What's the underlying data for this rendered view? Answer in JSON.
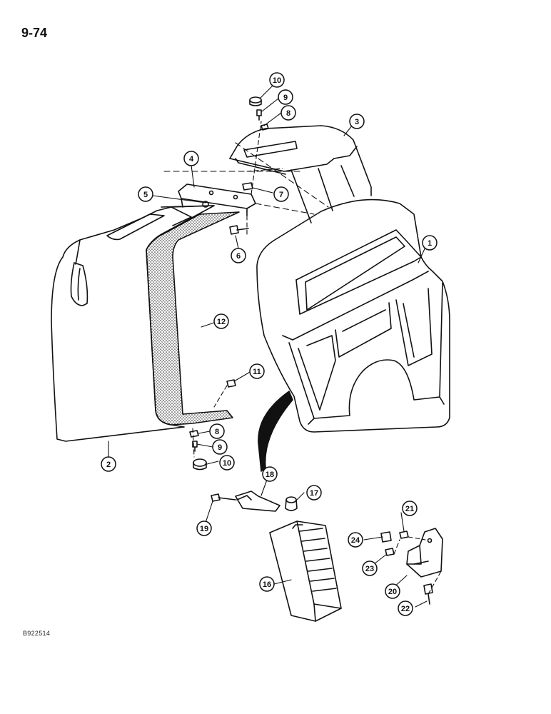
{
  "page": {
    "number": "9-74",
    "figure_code": "B922514"
  },
  "callouts": [
    {
      "id": "c1",
      "label": "1"
    },
    {
      "id": "c2",
      "label": "2"
    },
    {
      "id": "c3",
      "label": "3"
    },
    {
      "id": "c4",
      "label": "4"
    },
    {
      "id": "c5",
      "label": "5"
    },
    {
      "id": "c6",
      "label": "6"
    },
    {
      "id": "c7",
      "label": "7"
    },
    {
      "id": "c8a",
      "label": "8"
    },
    {
      "id": "c8b",
      "label": "8"
    },
    {
      "id": "c9a",
      "label": "9"
    },
    {
      "id": "c9b",
      "label": "9"
    },
    {
      "id": "c10a",
      "label": "10"
    },
    {
      "id": "c10b",
      "label": "10"
    },
    {
      "id": "c11",
      "label": "11"
    },
    {
      "id": "c12",
      "label": "12"
    },
    {
      "id": "c16",
      "label": "16"
    },
    {
      "id": "c17",
      "label": "17"
    },
    {
      "id": "c18",
      "label": "18"
    },
    {
      "id": "c19",
      "label": "19"
    },
    {
      "id": "c20",
      "label": "20"
    },
    {
      "id": "c21",
      "label": "21"
    },
    {
      "id": "c22",
      "label": "22"
    },
    {
      "id": "c23",
      "label": "23"
    },
    {
      "id": "c24",
      "label": "24"
    }
  ]
}
